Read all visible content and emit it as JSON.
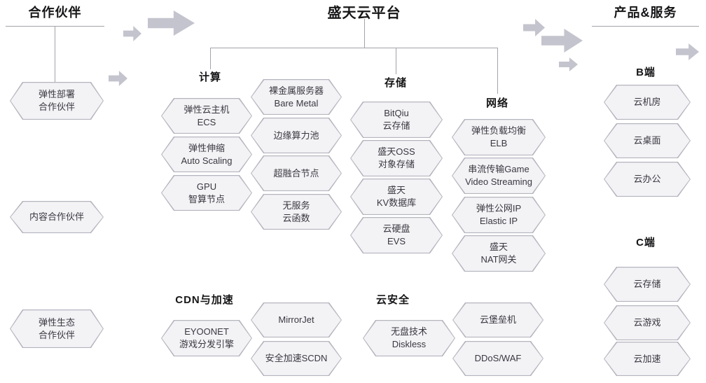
{
  "titles": {
    "partners": "合作伙伴",
    "platform": "盛天云平台",
    "products": "产品&服务"
  },
  "partners": {
    "items": [
      "弹性部署\n合作伙伴",
      "内容合作伙伴",
      "弹性生态\n合作伙伴"
    ]
  },
  "platform": {
    "compute": {
      "label": "计算",
      "items": [
        "弹性云主机\nECS",
        "弹性伸缩\nAuto Scaling",
        "GPU\n智算节点",
        "裸金属服务器\nBare Metal",
        "边缘算力池",
        "超融合节点",
        "无服务\n云函数"
      ]
    },
    "storage": {
      "label": "存储",
      "items": [
        "BitQiu\n云存储",
        "盛天OSS\n对象存储",
        "盛天\nKV数据库",
        "云硬盘\nEVS"
      ]
    },
    "network": {
      "label": "网络",
      "items": [
        "弹性负载均衡\nELB",
        "串流传输Game\nVideo Streaming",
        "弹性公网IP\nElastic IP",
        "盛天\nNAT网关"
      ]
    },
    "cdn": {
      "label": "CDN与加速",
      "items": [
        "MirrorJet",
        "EYOONET\n游戏分发引擎",
        "安全加速SCDN"
      ]
    },
    "security": {
      "label": "云安全",
      "items": [
        "无盘技术\nDiskless",
        "云堡垒机",
        "DDoS/WAF"
      ]
    }
  },
  "products": {
    "b_side": {
      "label": "B端",
      "items": [
        "云机房",
        "云桌面",
        "云办公"
      ]
    },
    "c_side": {
      "label": "C端",
      "items": [
        "云存储",
        "云游戏",
        "云加速"
      ]
    }
  },
  "colors": {
    "hex_fill": "#f3f3f6",
    "hex_border": "#b4b4be",
    "arrow": "#c4c4ce",
    "line": "#a3a3ab",
    "text": "#38383f"
  }
}
